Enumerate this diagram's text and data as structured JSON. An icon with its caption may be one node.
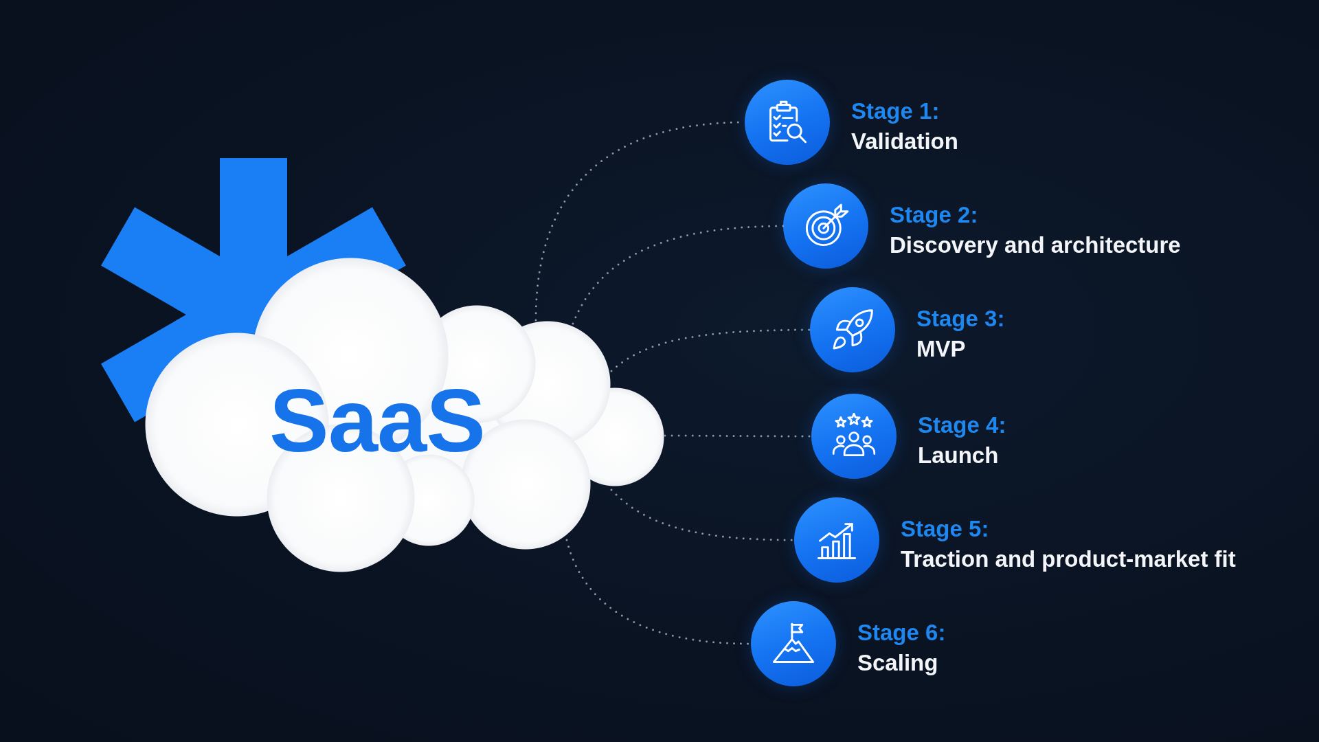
{
  "diagram": {
    "nodes": [
      {
        "text": [
          "SaaS"
        ]
      },
      {
        "text": [],
        "shape": "circle",
        "beside": [
          "Stage 1:",
          "Validation"
        ]
      },
      {
        "text": [],
        "shape": "circle",
        "beside": [
          "Stage 2:",
          "Discovery and architecture"
        ]
      },
      {
        "text": [],
        "shape": "circle",
        "beside": [
          "Stage 3:",
          "MVP"
        ]
      },
      {
        "text": [],
        "shape": "circle",
        "beside": [
          "Stage 4:",
          "Launch"
        ]
      },
      {
        "text": [],
        "shape": "circle",
        "beside": [
          "Stage 5:",
          "Traction and product-market fit"
        ]
      },
      {
        "text": [],
        "shape": "circle",
        "beside": [
          "Stage 6:",
          "Scaling"
        ]
      }
    ],
    "edges": [
      {
        "from": 0,
        "to": 1,
        "arrow": "none",
        "style": "dashed"
      },
      {
        "from": 0,
        "to": 2,
        "arrow": "none",
        "style": "dashed"
      },
      {
        "from": 0,
        "to": 3,
        "arrow": "none",
        "style": "dashed"
      },
      {
        "from": 0,
        "to": 4,
        "arrow": "none",
        "style": "dashed"
      },
      {
        "from": 0,
        "to": 5,
        "arrow": "none",
        "style": "dashed"
      },
      {
        "from": 0,
        "to": 6,
        "arrow": "none",
        "style": "dashed"
      }
    ]
  }
}
